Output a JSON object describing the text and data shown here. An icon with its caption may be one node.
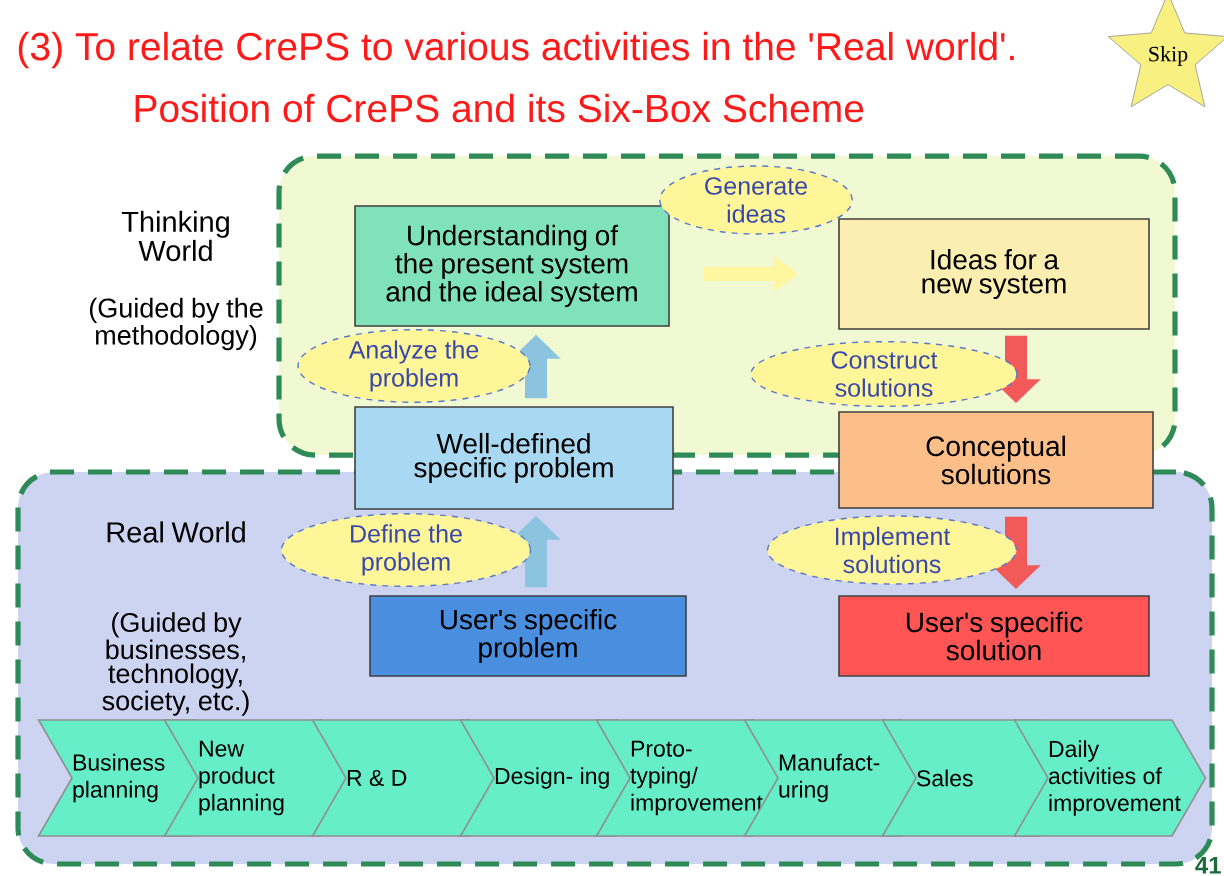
{
  "diagram": {
    "title": "(3)  To relate CrePS to various activities in the 'Real world'.",
    "nodes": [
      {
        "text": [
          "Thinking World",
          "(Guided by the methodology)"
        ]
      },
      {
        "text": [
          "Understanding of the present system and the ideal system"
        ],
        "in": 0
      },
      {
        "text": [
          "Ideas for a new system"
        ],
        "in": 0
      },
      {
        "text": [
          "Real World",
          "(Guided by businesses, technology, society, etc.)"
        ]
      },
      {
        "text": [
          "Well-defined specific problem"
        ]
      },
      {
        "text": [
          "Conceptual solutions"
        ]
      },
      {
        "text": [
          "User's specific problem"
        ],
        "in": 3
      },
      {
        "text": [
          "User's specific solution"
        ],
        "in": 3
      },
      {
        "text": [
          "Business planning"
        ],
        "in": 3
      },
      {
        "text": [
          "New product planning"
        ],
        "in": 3
      },
      {
        "text": [
          "R & D"
        ],
        "in": 3
      },
      {
        "text": [
          "Design- ing"
        ],
        "in": 3
      },
      {
        "text": [
          "Proto- typing/ improvement"
        ],
        "in": 3
      },
      {
        "text": [
          "Manufact- uring"
        ],
        "in": 3
      },
      {
        "text": [
          "Sales"
        ],
        "in": 3
      },
      {
        "text": [
          "Daily activities of improvement"
        ],
        "in": 3
      },
      {
        "text": [
          "Skip"
        ]
      }
    ],
    "edges": [
      {
        "from": 1,
        "to": 2,
        "arrow": "to",
        "label": "Generate ideas",
        "color": "#fff6a0"
      },
      {
        "from": 4,
        "to": 1,
        "arrow": "to",
        "label": "Analyze the problem",
        "color": "#8cc4e0"
      },
      {
        "from": 2,
        "to": 5,
        "arrow": "to",
        "label": "Construct solutions",
        "color": "#f25a5a"
      },
      {
        "from": 6,
        "to": 4,
        "arrow": "to",
        "label": "Define the problem",
        "color": "#8cc4e0"
      },
      {
        "from": 5,
        "to": 7,
        "arrow": "to",
        "label": "Implement solutions",
        "color": "#f25a5a"
      }
    ],
    "labels": [
      "Position of CrePS and its Six-Box Scheme",
      "41"
    ]
  }
}
